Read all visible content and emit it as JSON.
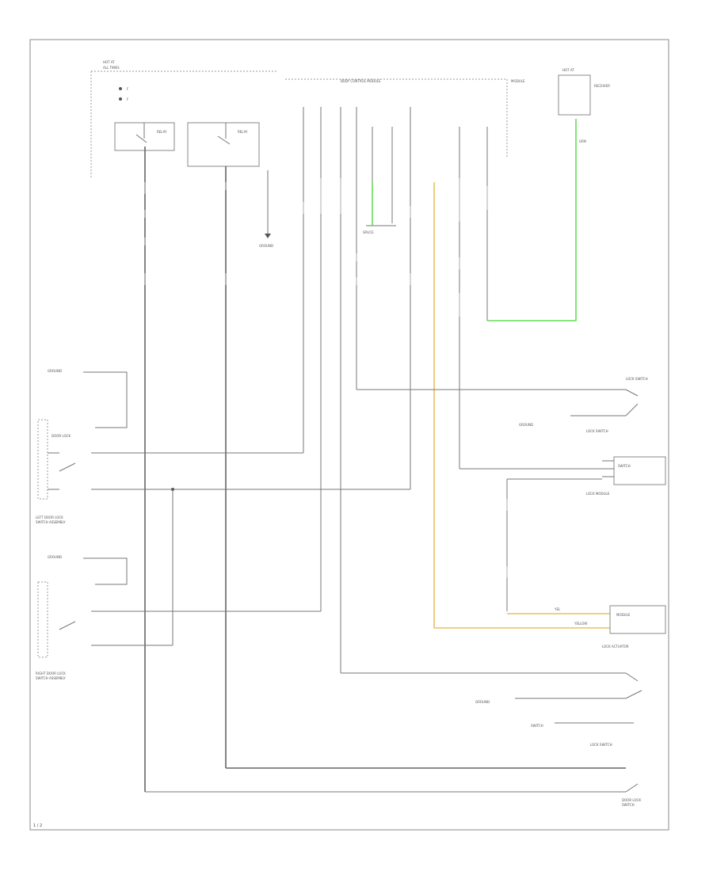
{
  "colors": {
    "frame": "#888888",
    "wire_default": "#777777",
    "wire_green": "#66dd55",
    "wire_yellow": "#e8c060"
  },
  "wire_labels": {
    "yellow": "YEL",
    "green": "GRN"
  },
  "footer": {
    "page_mark": "1 / 2"
  }
}
